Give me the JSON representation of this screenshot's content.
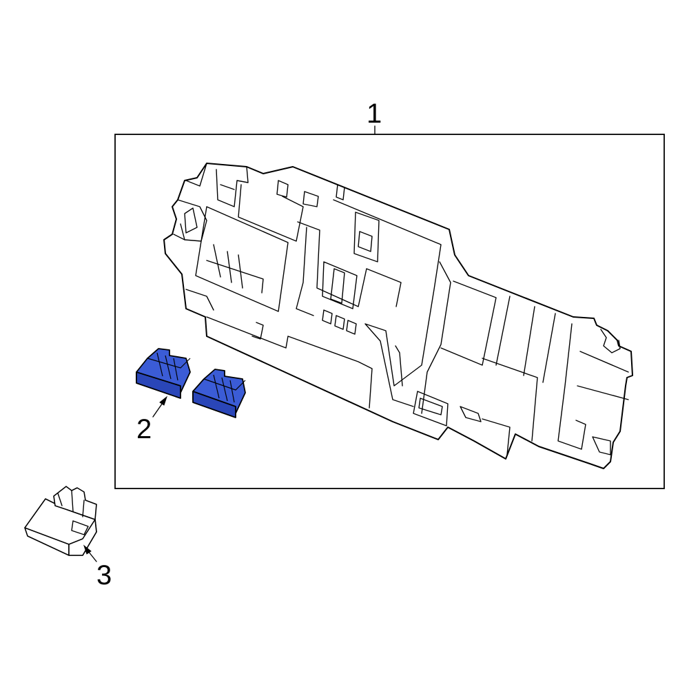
{
  "callouts": {
    "part1": "1",
    "part2": "2",
    "part3": "3"
  },
  "colors": {
    "highlight": "#3b5cd6",
    "outline": "#000000",
    "background": "#ffffff"
  }
}
